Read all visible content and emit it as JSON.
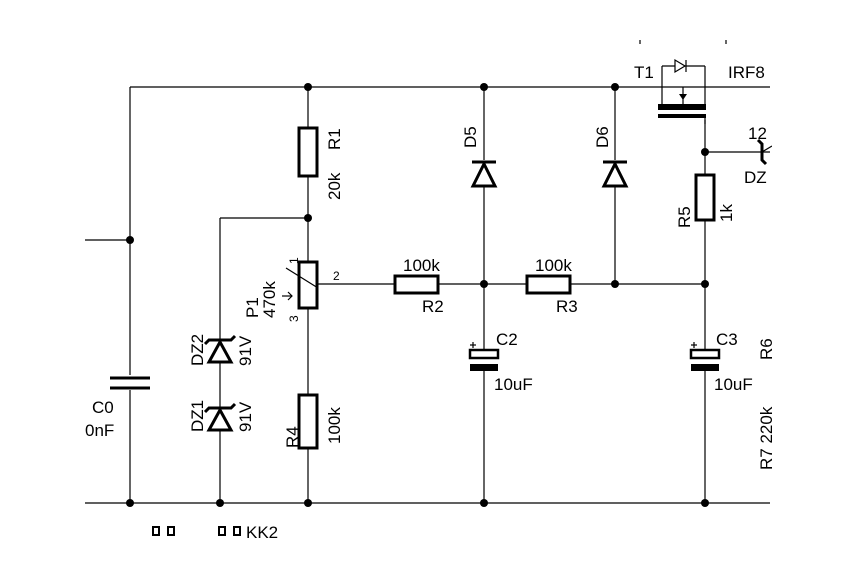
{
  "labels": {
    "t1": "T1",
    "irf": "IRF8",
    "r1": "R1",
    "r1_val": "20k",
    "d5": "D5",
    "d6": "D6",
    "p1": "P1",
    "p1_val": "470k",
    "pin1": "1",
    "pin2": "2",
    "pin3": "3",
    "r2_val": "100k",
    "r2": "R2",
    "r3_val": "100k",
    "r3": "R3",
    "r5": "R5",
    "r5_val": "1k",
    "c2": "C2",
    "c2_val": "10uF",
    "c3": "C3",
    "c3_val": "10uF",
    "dz2": "DZ2",
    "dz2_val": "91V",
    "dz1": "DZ1",
    "dz1_val": "91V",
    "r4": "R4",
    "r4_val": "100k",
    "c0": "C0",
    "c0_val": "0nF",
    "zener_val": "12",
    "dz_right": "DZ",
    "r7": "R7 220k",
    "r6": "R6",
    "kk": "KK2"
  }
}
